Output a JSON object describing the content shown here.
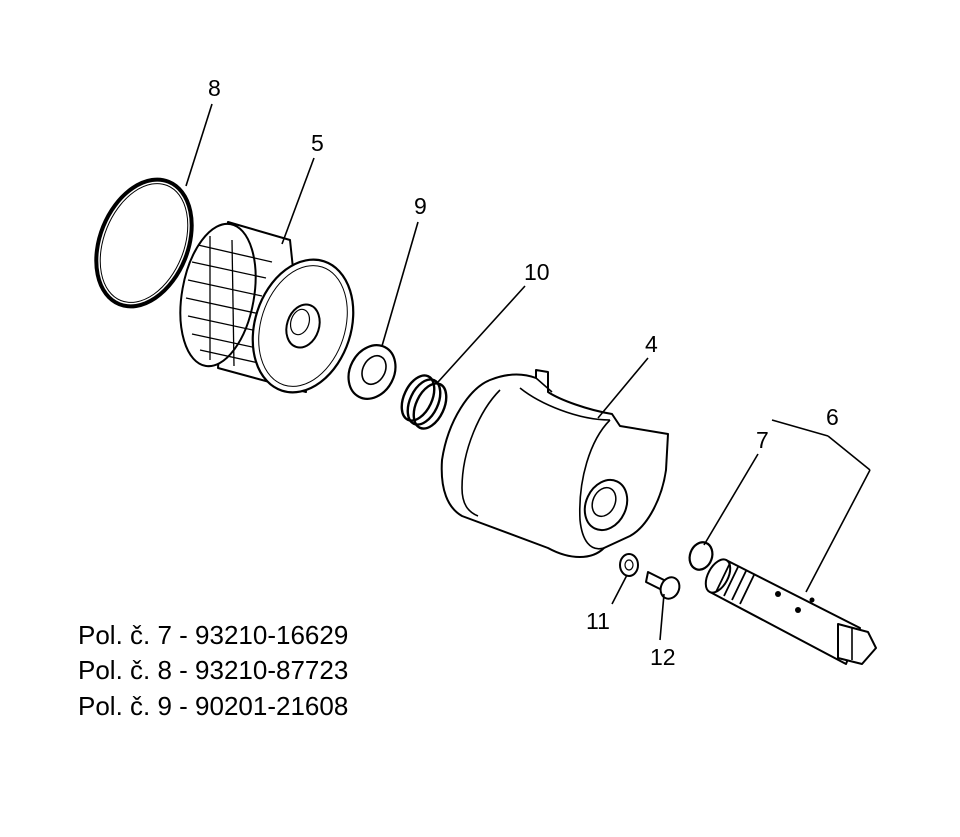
{
  "callouts": {
    "p8": "8",
    "p5": "5",
    "p9": "9",
    "p10": "10",
    "p4": "4",
    "p6": "6",
    "p7": "7",
    "p11": "11",
    "p12": "12"
  },
  "notes": [
    "Pol. č. 7 - 93210-16629",
    "Pol. č. 8 - 93210-87723",
    "Pol. č. 9 - 90201-21608"
  ]
}
